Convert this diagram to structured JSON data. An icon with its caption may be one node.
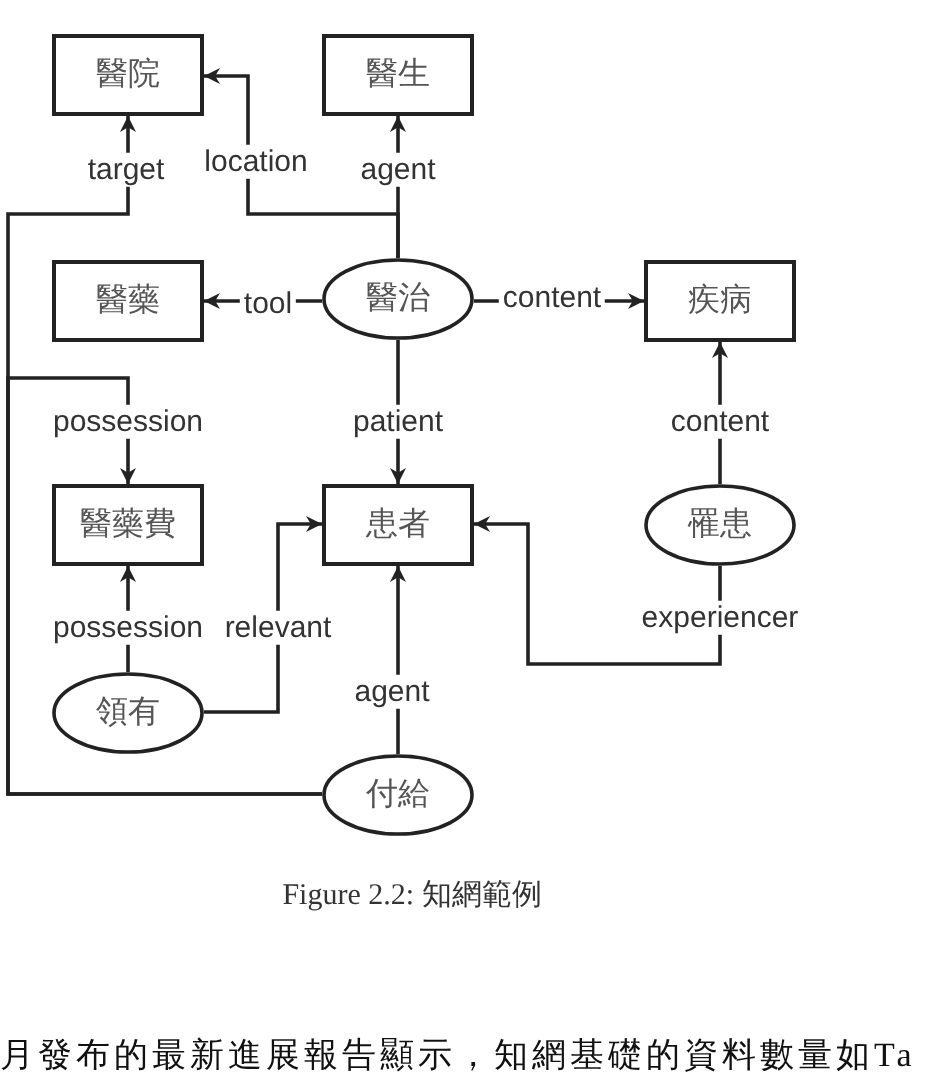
{
  "diagram": {
    "caption": "Figure 2.2: 知網範例",
    "nodes": [
      {
        "text": [
          "醫院"
        ]
      },
      {
        "text": [
          "醫生"
        ]
      },
      {
        "text": [
          "醫藥"
        ]
      },
      {
        "text": [
          "醫治"
        ]
      },
      {
        "text": [
          "疾病"
        ]
      },
      {
        "text": [
          "醫藥費"
        ]
      },
      {
        "text": [
          "患者"
        ]
      },
      {
        "text": [
          "罹患"
        ]
      },
      {
        "text": [
          "領有"
        ]
      },
      {
        "text": [
          "付給"
        ]
      }
    ],
    "edges": [
      {
        "from": 3,
        "to": 0,
        "arrow": "to",
        "label": "location"
      },
      {
        "from": 3,
        "to": 1,
        "arrow": "to",
        "label": "agent"
      },
      {
        "from": 9,
        "to": 0,
        "arrow": "to",
        "label": "target"
      },
      {
        "from": 3,
        "to": 2,
        "arrow": "to",
        "label": "tool"
      },
      {
        "from": 3,
        "to": 4,
        "arrow": "to",
        "label": "content"
      },
      {
        "from": 9,
        "to": 5,
        "arrow": "to",
        "label": "possession"
      },
      {
        "from": 3,
        "to": 6,
        "arrow": "to",
        "label": "patient"
      },
      {
        "from": 7,
        "to": 4,
        "arrow": "to",
        "label": "content"
      },
      {
        "from": 8,
        "to": 5,
        "arrow": "to",
        "label": "possession"
      },
      {
        "from": 8,
        "to": 6,
        "arrow": "to",
        "label": "relevant"
      },
      {
        "from": 7,
        "to": 6,
        "arrow": "to",
        "label": "experiencer"
      },
      {
        "from": 9,
        "to": 6,
        "arrow": "to",
        "label": "agent"
      }
    ],
    "labels": [
      "月發布的最新進展報告顯示，知網基礎的資料數量如Ta"
    ]
  }
}
